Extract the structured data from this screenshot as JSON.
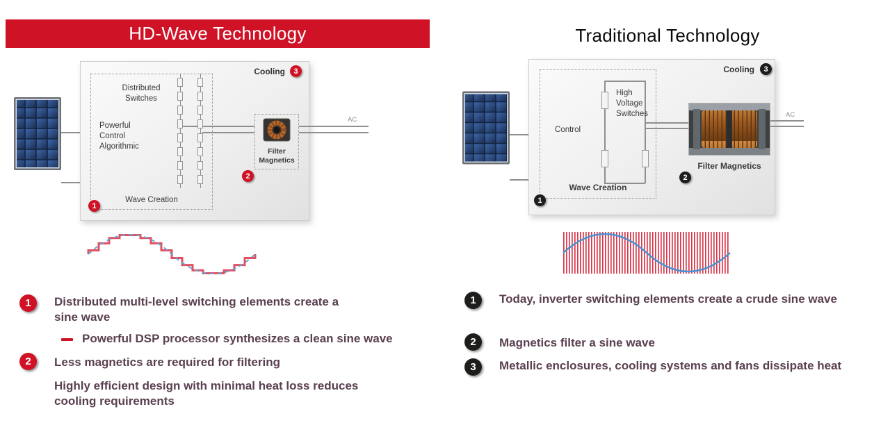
{
  "colors": {
    "brand_red": "#d01226",
    "badge_black": "#1d1d1b",
    "bullet_text": "#5a4050"
  },
  "left": {
    "title": "HD-Wave Technology",
    "diagram": {
      "cooling": "Cooling",
      "badge_cooling": "3",
      "distributed_switches": "Distributed\nSwitches",
      "control": "Powerful\nControl\nAlgorithmic",
      "wave_creation": "Wave Creation",
      "filter_magnetics": "Filter\nMagnetics",
      "badge_filter": "2",
      "badge_wave": "1",
      "ac": "AC"
    },
    "bullets": {
      "b1_num": "1",
      "b1": "Distributed multi-level switching elements create a sine wave",
      "b1_sub": "Powerful DSP processor synthesizes a clean sine wave",
      "b2_num": "2",
      "b2": "Less magnetics are required for filtering",
      "b3": "Highly efficient design with minimal heat loss reduces cooling requirements"
    }
  },
  "right": {
    "title": "Traditional Technology",
    "diagram": {
      "cooling": "Cooling",
      "badge_cooling": "3",
      "control": "Control",
      "hv_switches": "High\nVoltage\nSwitches",
      "wave_creation": "Wave Creation",
      "filter_magnetics": "Filter Magnetics",
      "badge_filter": "2",
      "badge_wave": "1",
      "ac": "AC"
    },
    "bullets": {
      "b1_num": "1",
      "b1": "Today, inverter switching elements create a crude sine wave",
      "b2_num": "2",
      "b2": "Magnetics filter a sine wave",
      "b3_num": "3",
      "b3": "Metallic enclosures, cooling systems and fans dissipate heat"
    }
  }
}
